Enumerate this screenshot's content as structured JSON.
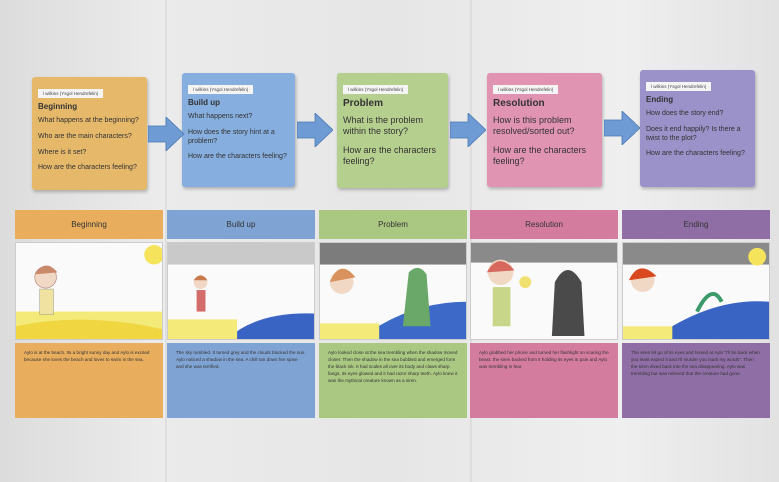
{
  "notes": [
    {
      "tag": "l wilkins (Ysgol Hendrefelin)",
      "title": "Beginning",
      "questions": [
        "What happens at the beginning?",
        "Who are the main characters?",
        "Where is it set?",
        "How are the characters feeling?"
      ],
      "color": "#e6b86a"
    },
    {
      "tag": "l wilkins (Ysgol Hendrefelin)",
      "title": "Build up",
      "questions": [
        "What happens next?",
        "How does the story hint at a problem?",
        "How are the characters feeling?"
      ],
      "color": "#86aede"
    },
    {
      "tag": "l wilkins (Ysgol Hendrefelin)",
      "title": "Problem",
      "questions": [
        "What is the problem within the story?",
        "How are the characters feeling?"
      ],
      "color": "#b4cf8e"
    },
    {
      "tag": "l wilkins (Ysgol Hendrefelin)",
      "title": "Resolution",
      "questions": [
        "How is this problem resolved/sorted out?",
        "How are the characters feeling?"
      ],
      "color": "#e094b2"
    },
    {
      "tag": "l wilkins (Ysgol Hendrefelin)",
      "title": "Ending",
      "questions": [
        "How does the story end?",
        "Does it end happily? Is there a twist to the plot?",
        "How are the characters feeling?"
      ],
      "color": "#9a92c8"
    }
  ],
  "arrow_color": "#6f9bd4",
  "panels": [
    {
      "header": "Beginning",
      "color": "#e8ae5e",
      "text": "Aylo is at the beach. Its a bright sunny day and Aylo is excited because she loves the beach and loves to swim in the sea."
    },
    {
      "header": "Build up",
      "color": "#7fa3d3",
      "text": "The sky rumbled. It turned grey and the clouds blocked the sun. Aylo noticed a shadow in the sea. A chill ran down her spine and she was terrified."
    },
    {
      "header": "Problem",
      "color": "#aac882",
      "text": "Aylo looked close at the sea trembling when the shadow moved closer. Then the shadow in the sea bubbled and emerged form the black ink. It had scales all over its body and claws sharp fangs, its eyes glowed and it had razor sharp teeth. Aylo knew it was the mythical creature known as a siren."
    },
    {
      "header": "Resolution",
      "color": "#d47c9e",
      "text": "Aylo grabbed her phone and turned her flashlight on scaring the beast. the siren backed from it holding its eyes in pain and Aylo was trembling in fear."
    },
    {
      "header": "Ending",
      "color": "#8f6ea6",
      "text": "The siren let go of its eyes and hissed at Aylo \"I'll be back when you least expect it and I'll murder you mark my words\". Then the siren dived back into the sea disappearing. Aylo was trembling but was relieved that the creature had gone."
    }
  ]
}
